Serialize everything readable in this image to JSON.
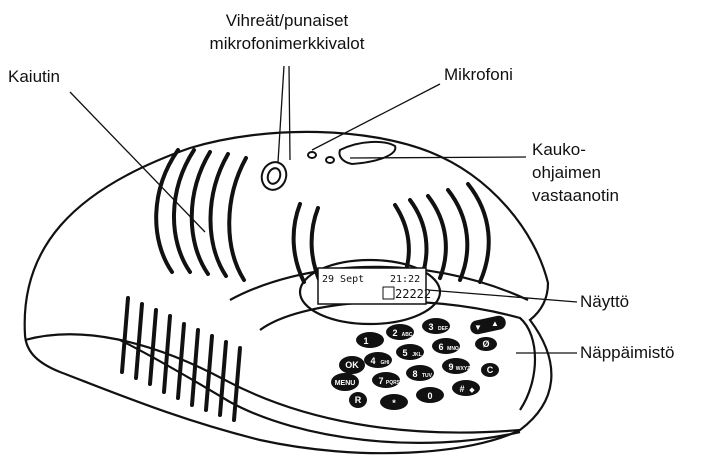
{
  "labels": {
    "led_line1": "Vihreät/punaiset",
    "led_line2": "mikrofonimerkkivalot",
    "speaker": "Kaiutin",
    "microphone": "Mikrofoni",
    "remote_line1": "Kauko-",
    "remote_line2": "ohjaimen",
    "remote_line3": "vastaanotin",
    "display": "Näyttö",
    "keypad": "Näppäimistö"
  },
  "lcd": {
    "date": "29 Sept",
    "time": "21:22",
    "number": "22222"
  },
  "keypad": {
    "ok": "OK",
    "menu": "MENU",
    "r": "R",
    "c": "C",
    "mute": "Ø",
    "key_1": "1",
    "key_2": "2",
    "key_2_sub": "ABC",
    "key_3": "3",
    "key_3_sub": "DEF",
    "key_4": "4",
    "key_4_sub": "GHI",
    "key_5": "5",
    "key_5_sub": "JKL",
    "key_6": "6",
    "key_6_sub": "MNO",
    "key_7": "7",
    "key_7_sub": "PQRS",
    "key_8": "8",
    "key_8_sub": "TUV",
    "key_9": "9",
    "key_9_sub": "WXYZ",
    "key_star": "*",
    "key_0": "0",
    "key_hash": "#"
  },
  "colors": {
    "ink": "#111111",
    "background": "#ffffff"
  }
}
